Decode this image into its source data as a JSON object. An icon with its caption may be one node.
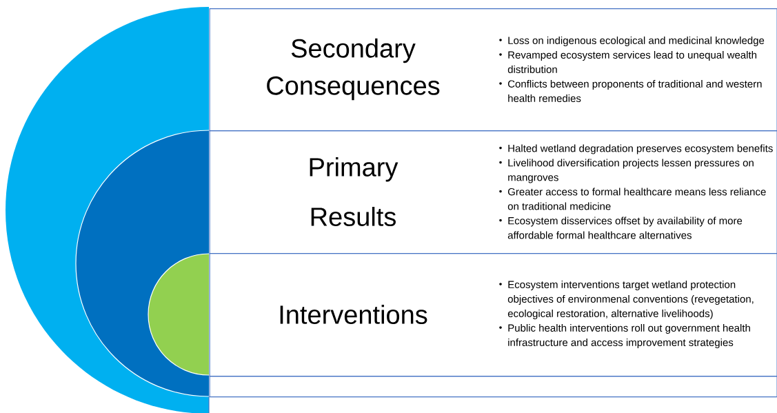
{
  "diagram": {
    "nodes": [
      {
        "text": [
          "Secondary Consequences",
          "Loss on indigenous ecological and medicinal knowledge",
          "Revamped ecosystem services lead to unequal wealth distribution",
          "Conflicts between proponents of traditional and western health remedies"
        ]
      },
      {
        "text": [
          "Primary Results",
          "Halted wetland degradation preserves ecosystem benefits",
          "Livelihood diversification projects lessen pressures on mangroves",
          "Greater access to formal healthcare means less reliance on traditional medicine",
          "Ecosystem disservices offset by availability of more affordable formal healthcare alternatives"
        ]
      },
      {
        "text": [
          "Interventions",
          "Ecosystem interventions target wetland protection objectives of environmenal conventions (revegetation, ecological restoration, alternative livelihoods)",
          "Public health interventions roll out government health infrastructure and access improvement strategies"
        ]
      },
      {
        "text": [],
        "shape": "box"
      }
    ]
  }
}
